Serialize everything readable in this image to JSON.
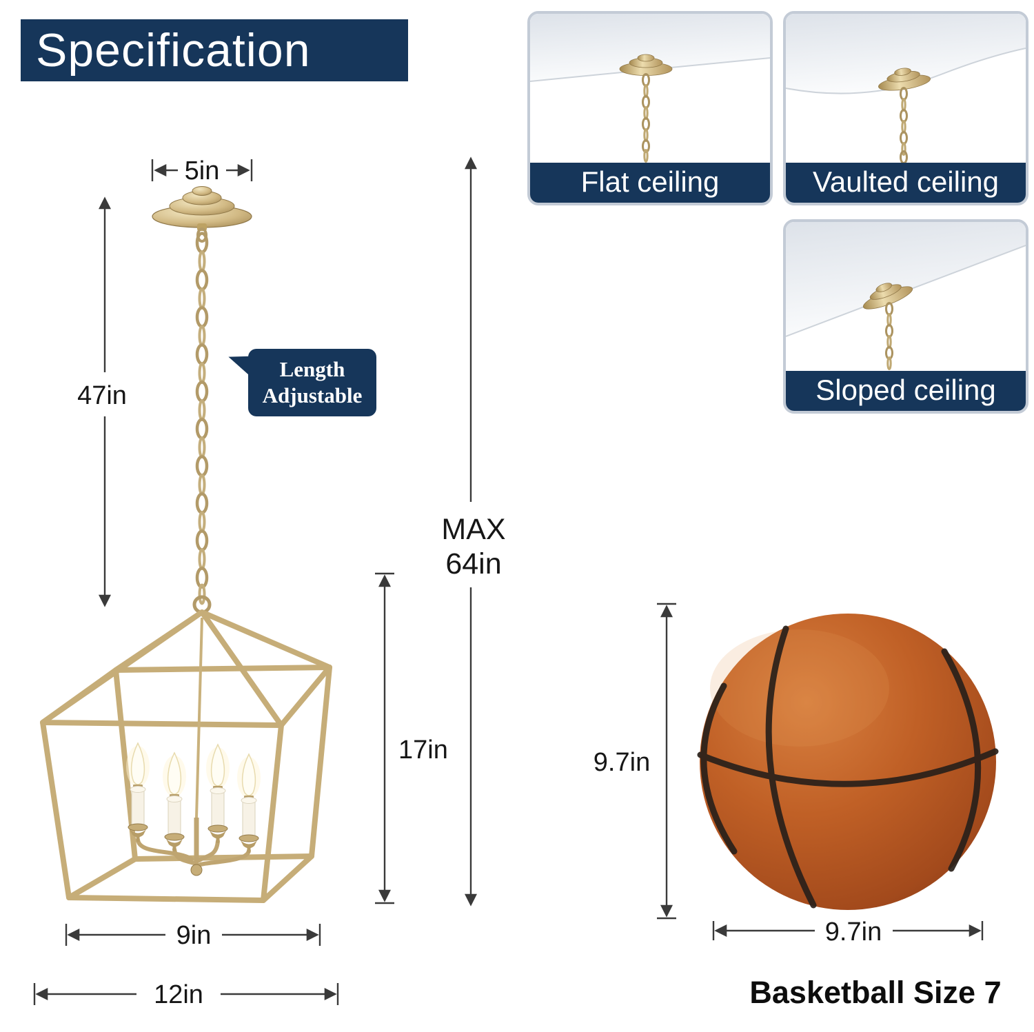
{
  "page": {
    "title": "Specification"
  },
  "pendant": {
    "dim_canopy_width": "5in",
    "dim_chain_length": "47in",
    "dim_max_label": "MAX",
    "dim_max_value": "64in",
    "dim_cage_height": "17in",
    "dim_bottom_width": "9in",
    "dim_max_width": "12in",
    "callout_line1": "Length",
    "callout_line2": "Adjustable"
  },
  "ceiling_cards": [
    {
      "label": "Flat ceiling"
    },
    {
      "label": "Vaulted ceiling"
    },
    {
      "label": "Sloped ceiling"
    }
  ],
  "basketball": {
    "dim_height": "9.7in",
    "dim_width": "9.7in",
    "caption": "Basketball Size 7"
  },
  "colors": {
    "navy": "#16365a",
    "champagne_gold": "#c6ad78",
    "basketball_orange": "#b5541f",
    "dimension_line": "#3a3a3a"
  }
}
